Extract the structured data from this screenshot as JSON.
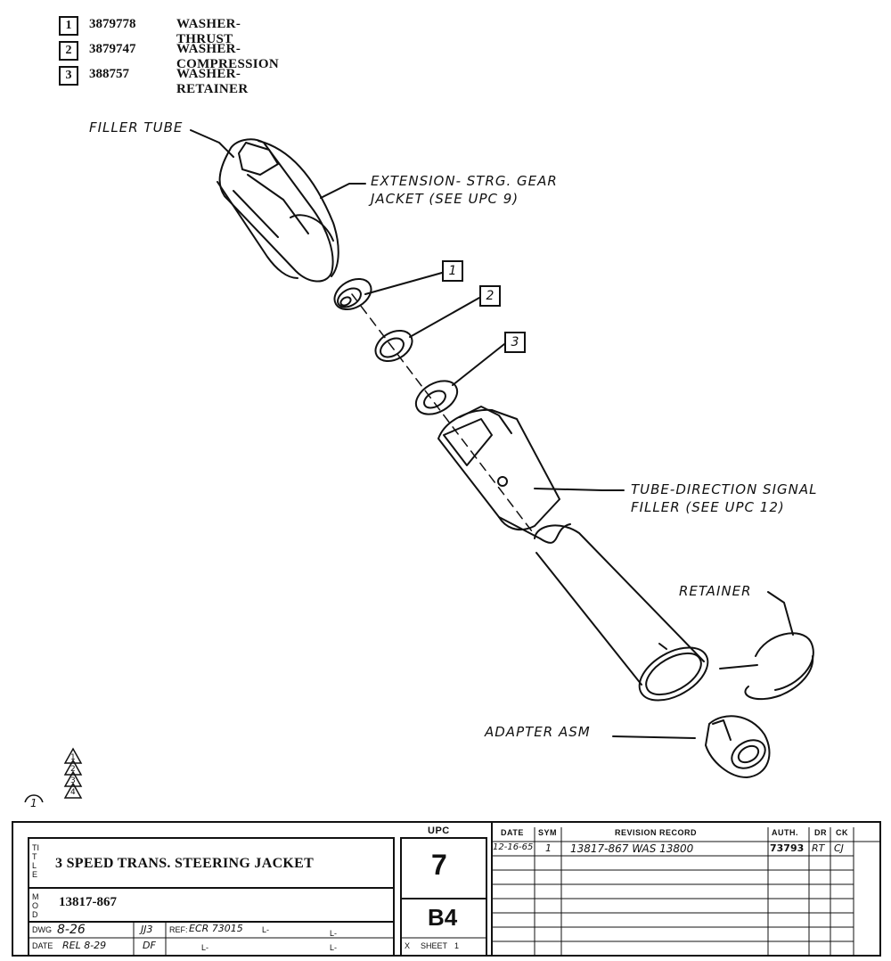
{
  "parts": [
    {
      "index": "1",
      "number": "3879778",
      "name": "WASHER-THRUST"
    },
    {
      "index": "2",
      "number": "3879747",
      "name": "WASHER- COMPRESSION"
    },
    {
      "index": "3",
      "number": "388757",
      "name": "WASHER-RETAINER"
    }
  ],
  "labels": {
    "filler_tube": "FILLER TUBE",
    "extension_l1": "EXTENSION- STRG. GEAR",
    "extension_l2": "JACKET (SEE UPC 9)",
    "tube_l1": "TUBE-DIRECTION SIGNAL",
    "tube_l2": "FILLER (SEE UPC 12)",
    "retainer": "RETAINER",
    "adapter": "ADAPTER ASM"
  },
  "callouts": [
    "1",
    "2",
    "3"
  ],
  "revision_marks": [
    "1",
    "2",
    "3",
    "4"
  ],
  "circled_mark": "1",
  "title_block": {
    "title_letters": "TITLE",
    "title": "3 SPEED TRANS. STEERING JACKET",
    "mod_letters": "MOD",
    "mod": "13817-867",
    "dwg_label": "DWG",
    "dwg_value": "8-26",
    "dwg_initials": "JJ3",
    "date_label": "DATE",
    "date_value": "REL 8-29",
    "date_initials": "DF",
    "ref_label": "REF:",
    "ref_value": "ECR 73015",
    "l_marks": [
      "L-",
      "L-",
      "L-",
      "L-"
    ],
    "upc_header": "UPC",
    "upc_value": "7",
    "section": "B4",
    "sheet_label": "SHEET",
    "sheet_value": "1",
    "sheet_check": "X",
    "rev_headers": {
      "date": "DATE",
      "sym": "SYM",
      "record": "REVISION RECORD",
      "auth": "AUTH.",
      "dr": "DR",
      "ck": "CK"
    },
    "revisions": [
      {
        "date": "12-16-65",
        "sym": "1",
        "record": "13817-867 WAS 13800",
        "auth": "73793",
        "dr": "RT",
        "ck": "CJ"
      }
    ]
  }
}
